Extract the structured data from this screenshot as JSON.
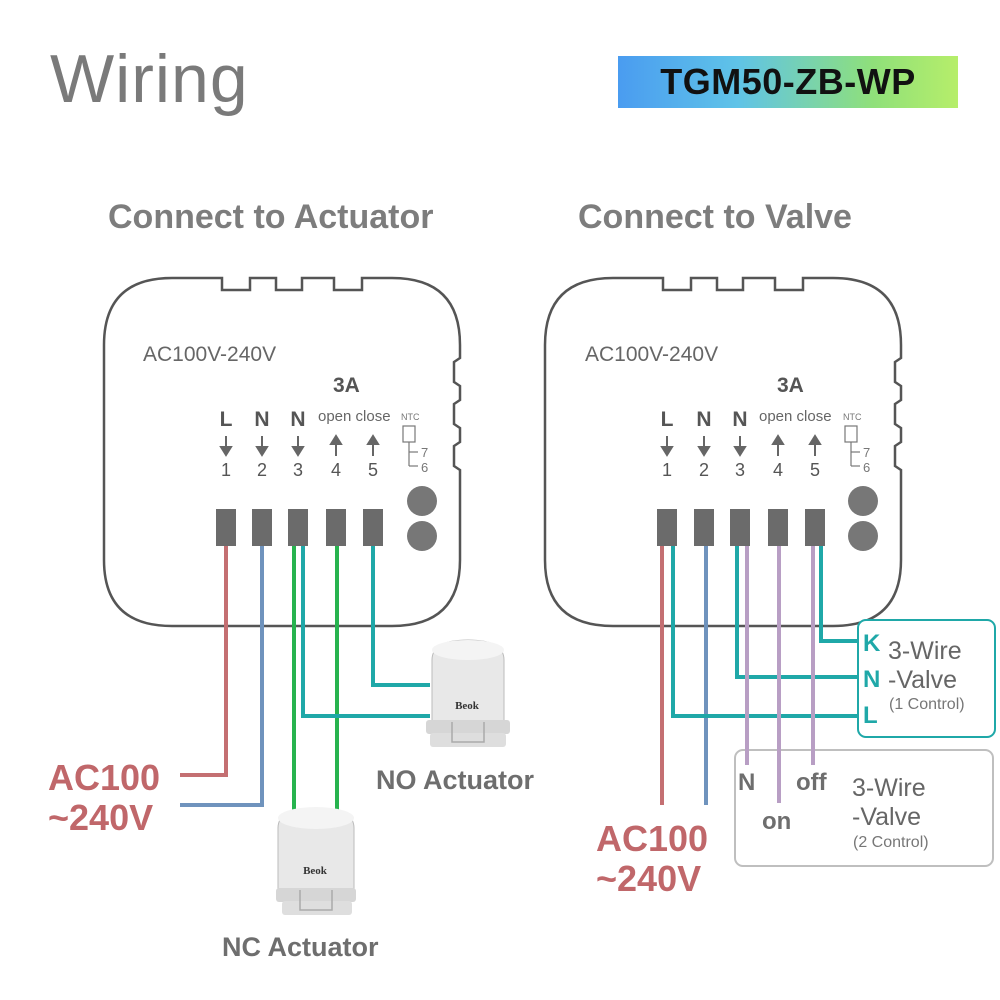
{
  "title": "Wiring",
  "model": "TGM50-ZB-WP",
  "left_panel": {
    "heading": "Connect to Actuator",
    "voltage": "AC100V-240V",
    "amp": "3A",
    "open_close": "open close",
    "ntc": "NTC",
    "ntc_pins": [
      "7",
      "6"
    ],
    "terminals": [
      {
        "letter": "L",
        "number": "1",
        "dir": "down"
      },
      {
        "letter": "N",
        "number": "2",
        "dir": "down"
      },
      {
        "letter": "N",
        "number": "3",
        "dir": "down"
      },
      {
        "letter": "",
        "number": "4",
        "dir": "up"
      },
      {
        "letter": "",
        "number": "5",
        "dir": "up"
      }
    ],
    "supply_label_line1": "AC100",
    "supply_label_line2": "~240V",
    "no_actuator_label": "NO Actuator",
    "nc_actuator_label": "NC Actuator",
    "actuator_brand": "Beok"
  },
  "right_panel": {
    "heading": "Connect to Valve",
    "voltage": "AC100V-240V",
    "amp": "3A",
    "open_close": "open close",
    "ntc": "NTC",
    "ntc_pins": [
      "7",
      "6"
    ],
    "terminals": [
      {
        "letter": "L",
        "number": "1",
        "dir": "down"
      },
      {
        "letter": "N",
        "number": "2",
        "dir": "down"
      },
      {
        "letter": "N",
        "number": "3",
        "dir": "down"
      },
      {
        "letter": "",
        "number": "4",
        "dir": "up"
      },
      {
        "letter": "",
        "number": "5",
        "dir": "up"
      }
    ],
    "supply_label_line1": "AC100",
    "supply_label_line2": "~240V",
    "valve1": {
      "letters": [
        "K",
        "N",
        "L"
      ],
      "line1": "3-Wire",
      "line2": "-Valve",
      "line3": "(1 Control)"
    },
    "valve2": {
      "labels": [
        "N",
        "on",
        "off"
      ],
      "line1": "3-Wire",
      "line2": "-Valve",
      "line3": "(2 Control)"
    }
  },
  "colors": {
    "red_wire": "#c46f72",
    "blue_wire": "#6f93bd",
    "green_wire": "#27b34e",
    "teal_wire": "#1fa8a8",
    "lavender_wire": "#b89ec4",
    "terminal": "#6b6b6b",
    "outline": "#555555"
  }
}
